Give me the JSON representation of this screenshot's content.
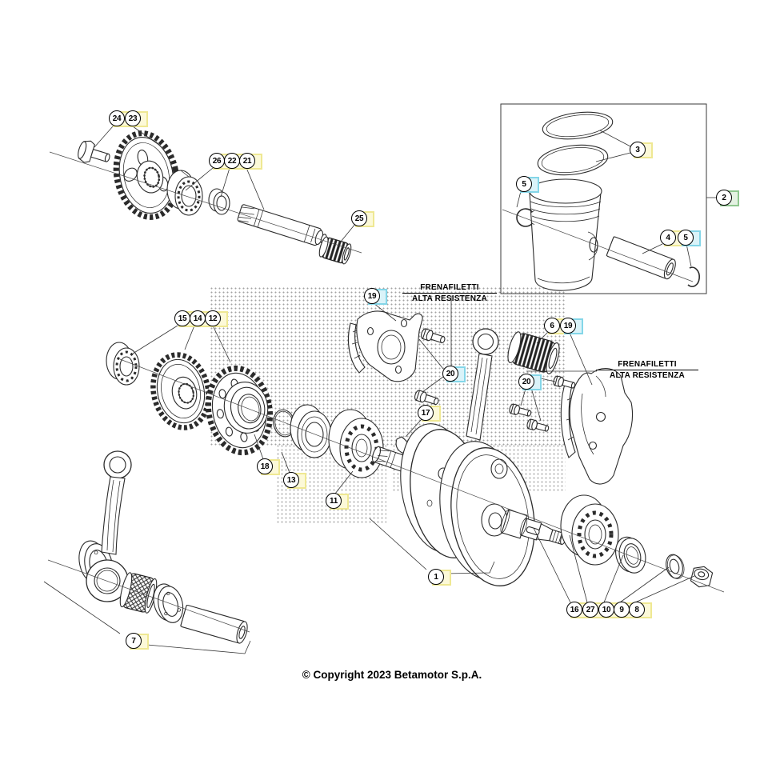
{
  "footer": {
    "copyright": "© Copyright 2023 Betamotor S.p.A."
  },
  "notes": {
    "left": {
      "line1": "FRENAFILETTI",
      "line2": "ALTA RESISTENZA"
    },
    "right": {
      "line1": "FRENAFILETTI",
      "line2": "ALTA RESISTENZA"
    }
  },
  "highlight_colors": {
    "yellow": "#efe893",
    "cyan": "#84d6e8",
    "green": "#8fc78f",
    "line_art": "#2b2b2b"
  },
  "callouts": [
    {
      "label": "24",
      "color": "yellow"
    },
    {
      "label": "23",
      "color": "yellow"
    },
    {
      "label": "26",
      "color": "yellow"
    },
    {
      "label": "22",
      "color": "yellow"
    },
    {
      "label": "21",
      "color": "yellow"
    },
    {
      "label": "25",
      "color": "yellow"
    },
    {
      "label": "3",
      "color": "yellow"
    },
    {
      "label": "2",
      "color": "green"
    },
    {
      "label": "5",
      "color": "cyan"
    },
    {
      "label": "4",
      "color": "yellow"
    },
    {
      "label": "5",
      "color": "cyan"
    },
    {
      "label": "19",
      "color": "cyan"
    },
    {
      "label": "15",
      "color": "yellow"
    },
    {
      "label": "14",
      "color": "yellow"
    },
    {
      "label": "12",
      "color": "yellow"
    },
    {
      "label": "6",
      "color": "yellow"
    },
    {
      "label": "19",
      "color": "cyan"
    },
    {
      "label": "20",
      "color": "cyan"
    },
    {
      "label": "20",
      "color": "cyan"
    },
    {
      "label": "17",
      "color": "yellow"
    },
    {
      "label": "18",
      "color": "yellow"
    },
    {
      "label": "13",
      "color": "yellow"
    },
    {
      "label": "11",
      "color": "yellow"
    },
    {
      "label": "7",
      "color": "yellow"
    },
    {
      "label": "1",
      "color": "yellow"
    },
    {
      "label": "16",
      "color": "yellow"
    },
    {
      "label": "27",
      "color": "yellow"
    },
    {
      "label": "10",
      "color": "yellow"
    },
    {
      "label": "9",
      "color": "yellow"
    },
    {
      "label": "8",
      "color": "yellow"
    }
  ]
}
